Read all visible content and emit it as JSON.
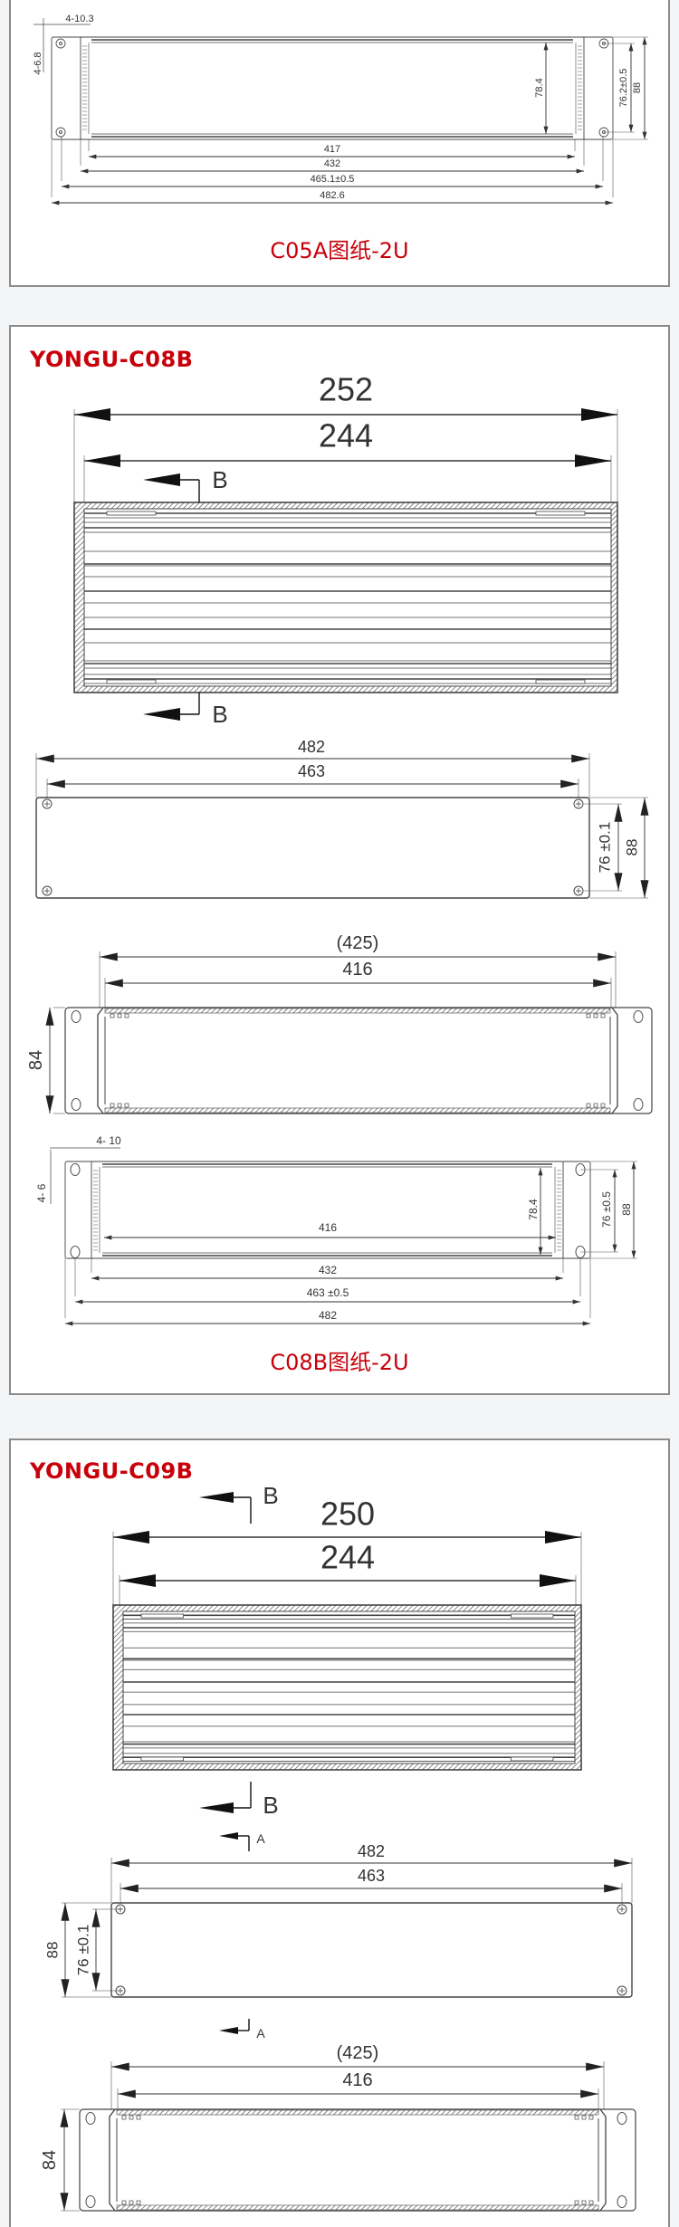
{
  "colors": {
    "accent": "#c8000a",
    "line": "#444444",
    "card_border": "#8c8c8c",
    "background": "#f4f5f7"
  },
  "c05a": {
    "caption": "C05A图纸-2U",
    "dims": {
      "hole_dia": "4-10.3",
      "hole_v": "4-6.8",
      "inner_h": "78.4",
      "pitch_v": "76.2±0.5",
      "height": "88",
      "w417": "417",
      "w432": "432",
      "w465": "465.1±0.5",
      "w482": "482.6"
    }
  },
  "c08b": {
    "title": "YONGU-C08B",
    "top_view": {
      "outer": "252",
      "inner": "244",
      "section": "B"
    },
    "front": {
      "width": "482",
      "hole_pitch": "463",
      "pitch_v": "76 ±0.1",
      "height": "88"
    },
    "section": {
      "outer": "(425)",
      "inner": "416",
      "height": "84"
    },
    "rear": {
      "hole_dia": "4- 10",
      "hole_v": "4- 6",
      "inner_h": "78.4",
      "pitch_v": "76 ±0.5",
      "height": "88",
      "w416": "416",
      "w432": "432",
      "w463": "463 ±0.5",
      "w482": "482"
    },
    "caption": "C08B图纸-2U"
  },
  "c09b": {
    "title": "YONGU-C09B",
    "top_view": {
      "outer": "250",
      "inner": "244",
      "section": "B"
    },
    "front": {
      "width": "482",
      "hole_pitch": "463",
      "pitch_v": "76 ±0.1",
      "height": "88"
    },
    "section_marker": "A",
    "section": {
      "outer": "(425)",
      "inner": "416",
      "height": "84"
    }
  }
}
